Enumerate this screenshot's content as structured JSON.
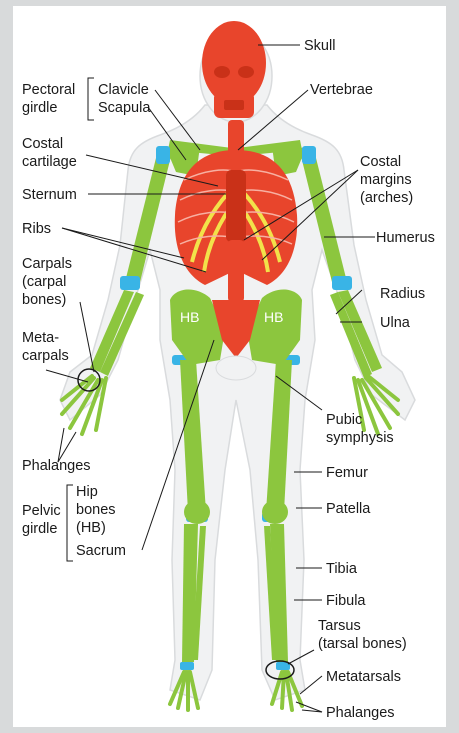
{
  "labels": {
    "skull": "Skull",
    "vertebrae": "Vertebrae",
    "pectoral_girdle": [
      "Pectoral",
      "girdle"
    ],
    "clavicle": "Clavicle",
    "scapula": "Scapula",
    "costal_cartilage": [
      "Costal",
      "cartilage"
    ],
    "sternum": "Sternum",
    "ribs": "Ribs",
    "costal_margins": [
      "Costal",
      "margins",
      "(arches)"
    ],
    "humerus": "Humerus",
    "carpals": [
      "Carpals",
      "(carpal",
      "bones)"
    ],
    "radius": "Radius",
    "ulna": "Ulna",
    "metacarpals": [
      "Meta-",
      "carpals"
    ],
    "phalanges_hand": "Phalanges",
    "pubic_symphysis": [
      "Pubic",
      "symphysis"
    ],
    "femur": "Femur",
    "pelvic_girdle": [
      "Pelvic",
      "girdle"
    ],
    "hip_bones": [
      "Hip",
      "bones",
      "(HB)"
    ],
    "sacrum": "Sacrum",
    "patella": "Patella",
    "tibia": "Tibia",
    "fibula": "Fibula",
    "tarsus": [
      "Tarsus",
      "(tarsal bones)"
    ],
    "metatarsals": "Metatarsals",
    "phalanges_foot": "Phalanges",
    "hb_left": "HB",
    "hb_right": "HB"
  },
  "colors": {
    "axial": "#e8452c",
    "appendicular": "#8cc63e",
    "cartilage": "#f2e24a",
    "joint": "#39b4e6",
    "body_outline": "#eeeff0"
  }
}
